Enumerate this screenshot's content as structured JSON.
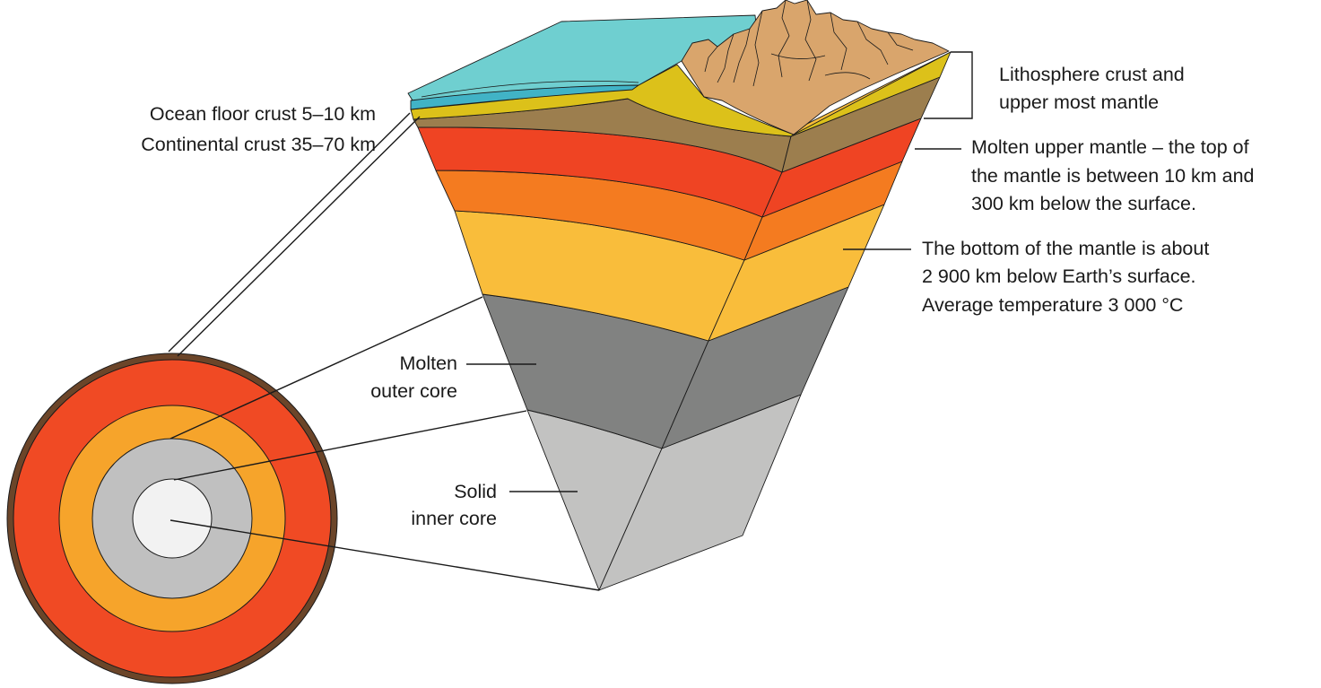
{
  "labels": {
    "ocean_floor": "Ocean floor crust  5–10 km",
    "continental": "Continental crust  35–70 km",
    "lithosphere_1": "Lithosphere crust and",
    "lithosphere_2": "upper most mantle",
    "upper_mantle_1": "Molten upper mantle – the top of",
    "upper_mantle_2": "the mantle is between 10 km and",
    "upper_mantle_3": "300 km below the surface.",
    "bottom_mantle_1": "The bottom of the mantle is about",
    "bottom_mantle_2": "2 900 km below Earth’s surface.",
    "bottom_mantle_3": "Average temperature 3 000 °C",
    "outer_core_1": "Molten",
    "outer_core_2": "outer core",
    "inner_core_1": "Solid",
    "inner_core_2": "inner core"
  },
  "colors": {
    "ocean": "#6fcfd0",
    "ocean_deep": "#41b3c6",
    "mountains": "#d9a56c",
    "crust_yellow": "#dcc11a",
    "lithosphere_brown": "#9c7e4e",
    "upper_mantle_red": "#ef4423",
    "mantle_orange": "#f47b20",
    "lower_mantle_yellow": "#f9bd3b",
    "outer_core_grey": "#818281",
    "inner_core_grey": "#c2c2c1",
    "circle_rim": "#6b4529",
    "circle_mantle": "#f04a24",
    "circle_orange": "#f6a42b",
    "circle_outer_core": "#c0c0c0",
    "circle_inner_core": "#f2f2f2"
  }
}
